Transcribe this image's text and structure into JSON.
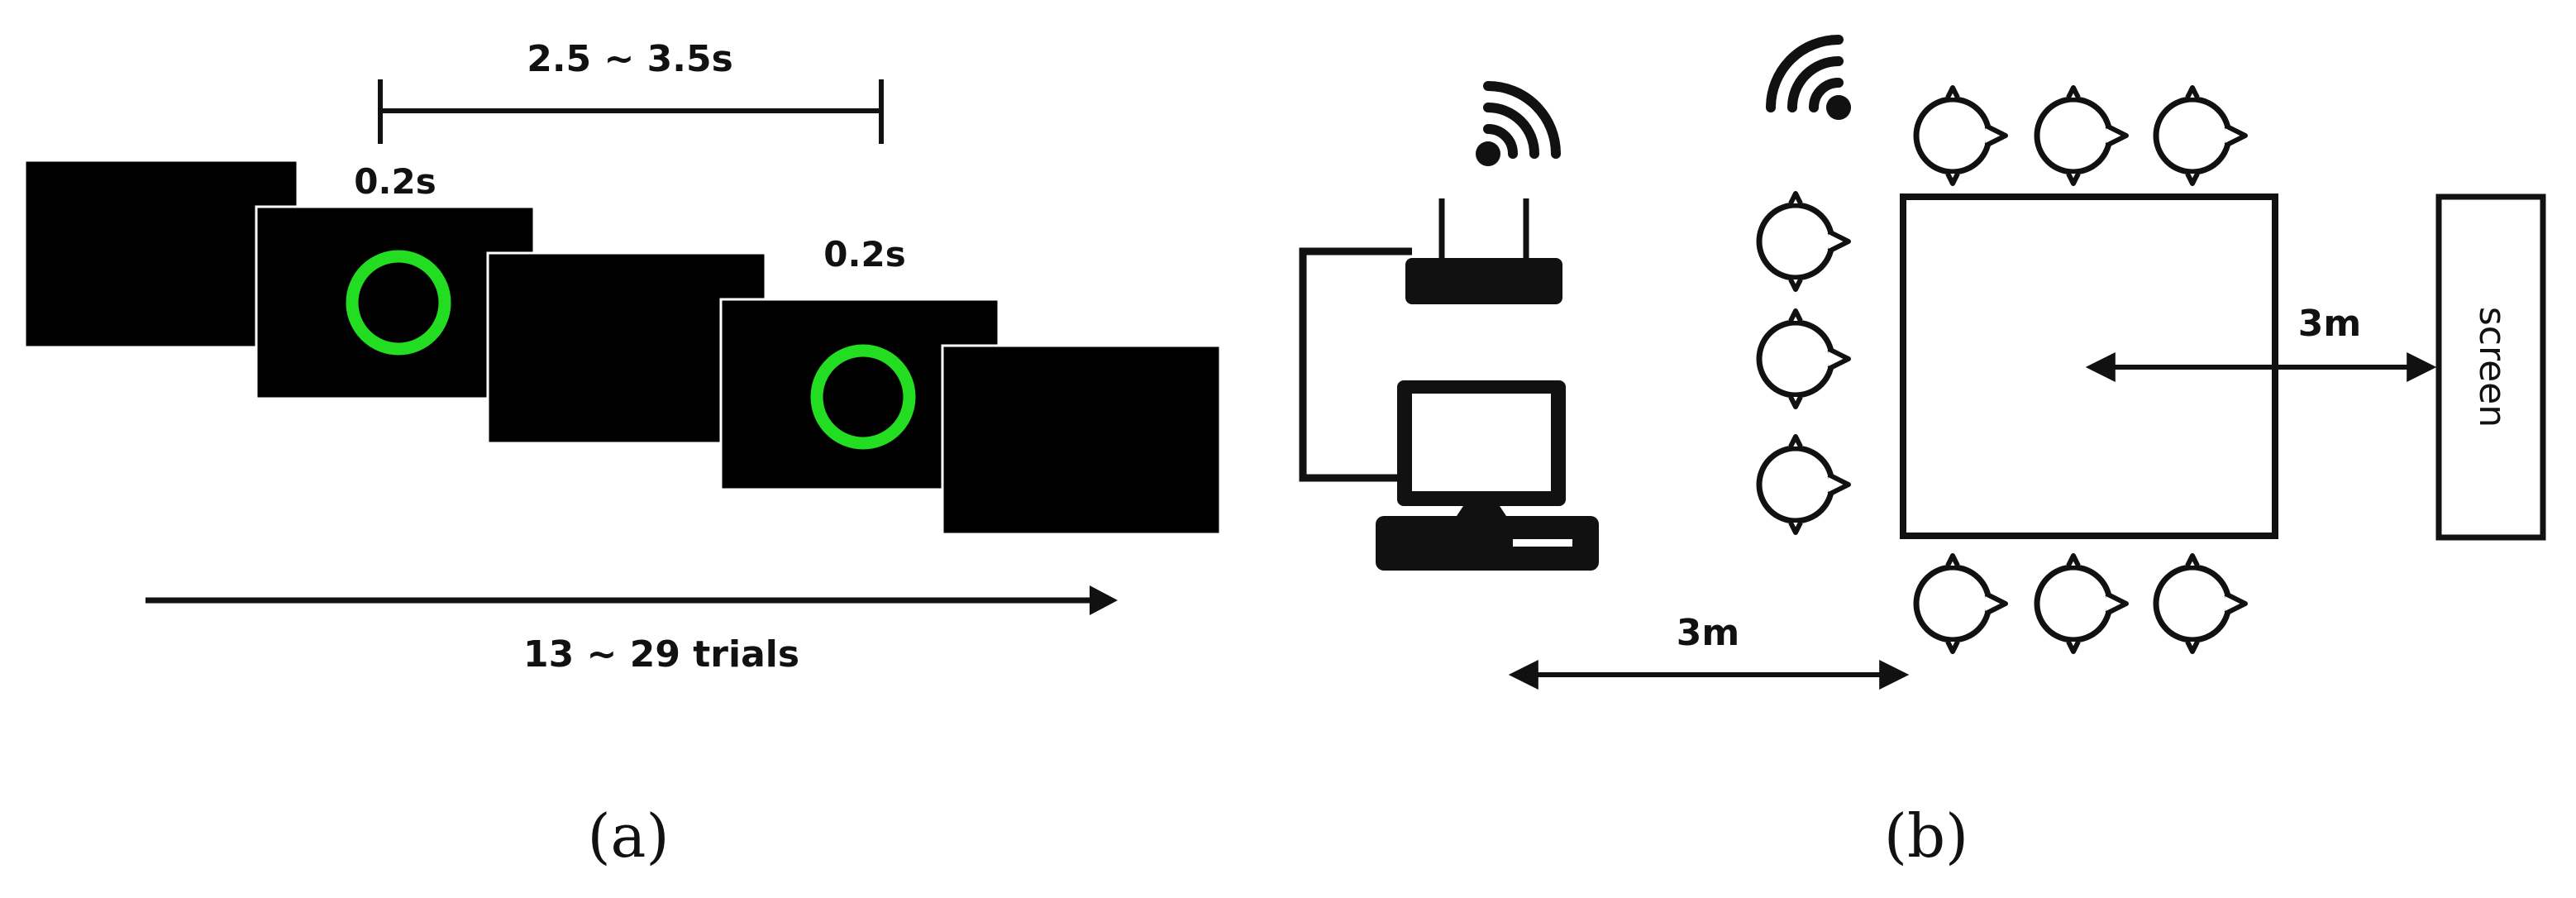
{
  "panel_a": {
    "interval_label": "2.5 ~ 3.5s",
    "stim_duration_1": "0.2s",
    "stim_duration_2": "0.2s",
    "trials_label": "13 ~ 29 trials",
    "caption": "(a)"
  },
  "panel_b": {
    "distance_screen": "3m",
    "distance_bottom": "3m",
    "screen_label": "screen",
    "caption": "(b)"
  },
  "colors": {
    "stimulus_ring": "#22dd22",
    "frame_fill": "#000000",
    "ink": "#111111"
  },
  "icons": [
    "wifi-icon",
    "router-icon",
    "computer-icon",
    "speaker-icon"
  ]
}
